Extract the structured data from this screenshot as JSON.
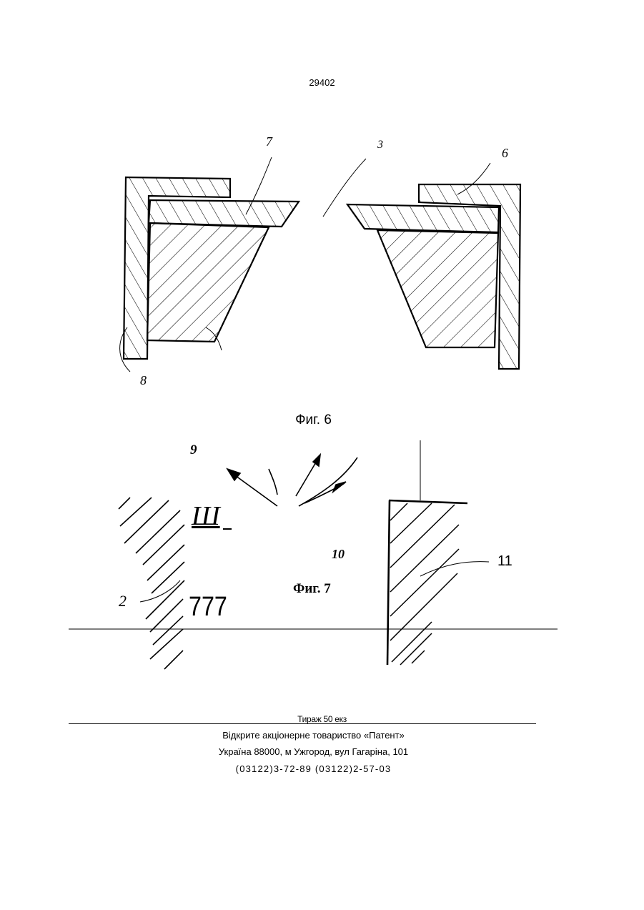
{
  "header": {
    "patent_number": "29402"
  },
  "figure6": {
    "caption": "Фиг. 6",
    "labels": {
      "left_top": "7",
      "center": "3",
      "right_top": "6",
      "left_bottom": "8"
    }
  },
  "figure7": {
    "caption": "Фиг. 7",
    "labels": {
      "arrows": "9",
      "inner": "10",
      "right_block": "11",
      "left_block": "2",
      "upper_mark": "Ш",
      "lower_mark": "777"
    }
  },
  "footer": {
    "print_run": "Тираж 50 екз",
    "company": "Відкрите акціонерне товариство «Патент»",
    "address": "Україна 88000, м Ужгород, вул Гагаріна, 101",
    "phones": "(03122)3-72-89   (03122)2-57-03"
  }
}
